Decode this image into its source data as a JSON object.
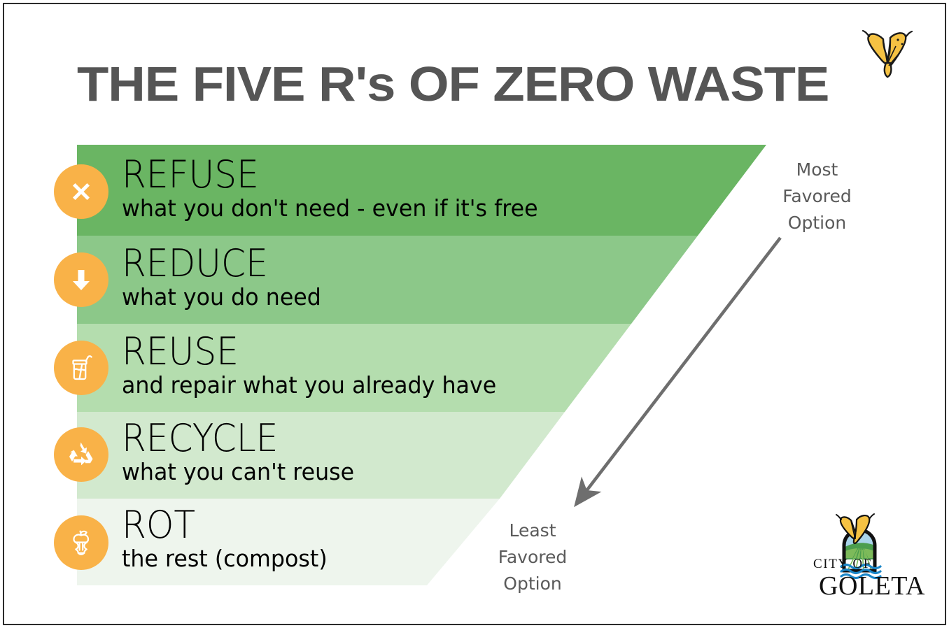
{
  "title": "THE FIVE R's OF ZERO WASTE",
  "colors": {
    "band_1": "#6ab563",
    "band_2": "#8cc889",
    "band_3": "#b4ddae",
    "band_4": "#d2e9ce",
    "band_5": "#eef5ed",
    "icon_circle": "#f9b248",
    "icon_glyph": "#ffffff",
    "title_gray": "#555555",
    "label_gray": "#5a5a5a",
    "arrow_gray": "#6e6e6e",
    "butterfly_yellow": "#f5c243",
    "border": "#2b2b2b"
  },
  "hierarchy": {
    "steps": [
      {
        "heading": "REFUSE",
        "subtext": "what you don't need - even if it's free",
        "icon": "x-mark-icon",
        "color": "#6ab563"
      },
      {
        "heading": "REDUCE",
        "subtext": "what you do need",
        "icon": "down-arrow-icon",
        "color": "#8cc889"
      },
      {
        "heading": "REUSE",
        "subtext": "and repair what you already have",
        "icon": "mason-jar-icon",
        "color": "#b4ddae"
      },
      {
        "heading": "RECYCLE",
        "subtext": "what you can't reuse",
        "icon": "recycle-icon",
        "color": "#d2e9ce"
      },
      {
        "heading": "ROT",
        "subtext": "the rest (compost)",
        "icon": "apple-core-icon",
        "color": "#eef5ed"
      }
    ]
  },
  "side_labels": {
    "most": "Most\nFavored\nOption",
    "most_lines": [
      "Most",
      "Favored",
      "Option"
    ],
    "least": "Least\nFavored\nOption",
    "least_lines": [
      "Least",
      "Favored",
      "Option"
    ]
  },
  "logo": {
    "city_of": "CITY OF",
    "goleta": "GOLETA"
  }
}
